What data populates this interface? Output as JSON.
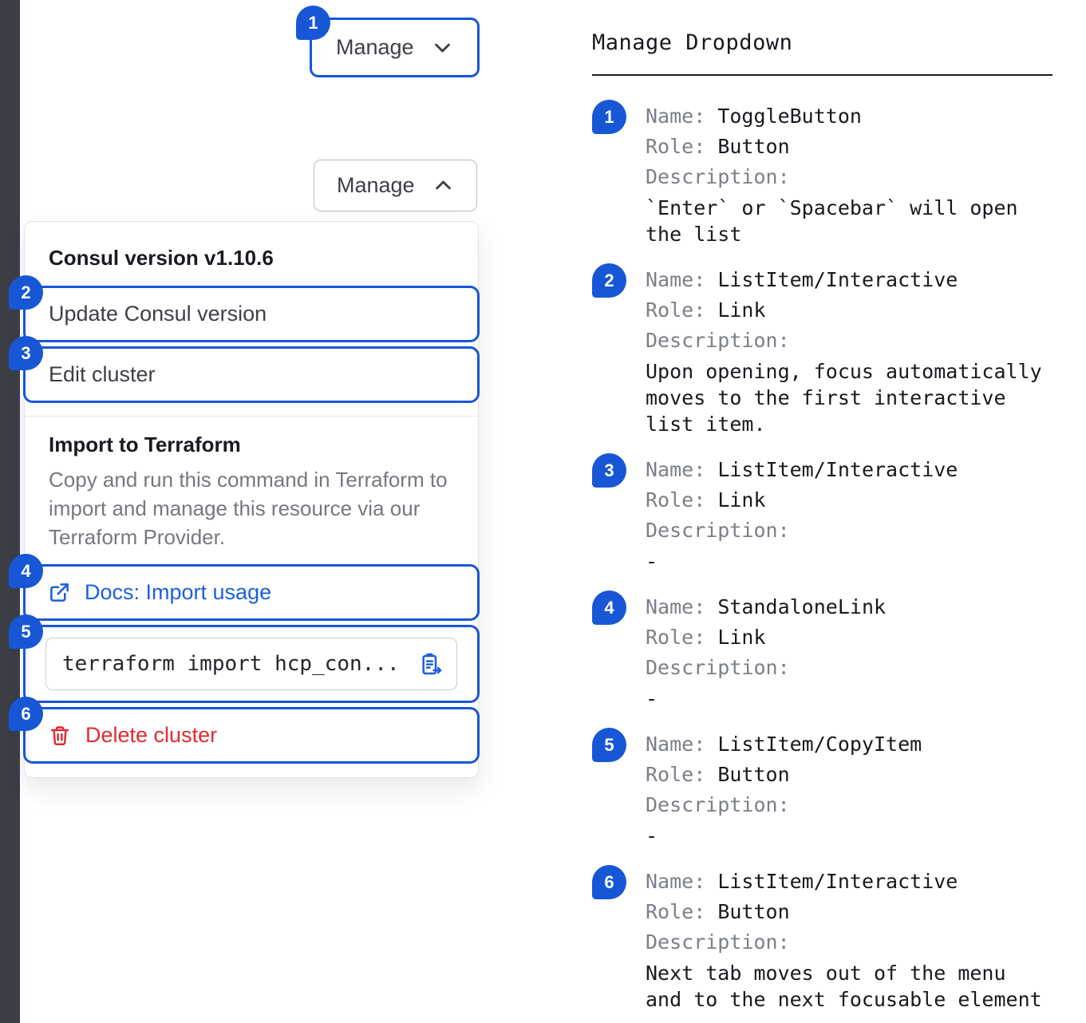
{
  "colors": {
    "accent_blue": "#1757D6",
    "link_blue": "#1C5FDD",
    "danger_red": "#E02A30",
    "dark_bar": "#3B3E45"
  },
  "icons": {
    "chevron_down": "⌄",
    "chevron_up": "⌃",
    "external_link": "↗",
    "clipboard_copy": "⎘",
    "trash": "🗑"
  },
  "buttons": {
    "collapsed_label": "Manage",
    "collapsed_badge": "1",
    "expanded_label": "Manage"
  },
  "dropdown": {
    "version_header": "Consul version v1.10.6",
    "items": [
      {
        "badge": "2",
        "label": "Update Consul version"
      },
      {
        "badge": "3",
        "label": "Edit cluster"
      }
    ],
    "import_header": "Import to Terraform",
    "import_description": "Copy and run this command in Terraform to import and manage this resource via our Terraform Provider.",
    "docs_link": {
      "badge": "4",
      "label": "Docs: Import usage"
    },
    "code_snippet": {
      "badge": "5",
      "text": "terraform import hcp_con..."
    },
    "delete_item": {
      "badge": "6",
      "label": "Delete cluster"
    }
  },
  "spec_panel": {
    "title": "Manage Dropdown",
    "labels": {
      "name": "Name:",
      "role": "Role:",
      "description": "Description:"
    },
    "entries": [
      {
        "badge": "1",
        "name": "ToggleButton",
        "role": "Button",
        "description": "`Enter` or `Spacebar` will open the list"
      },
      {
        "badge": "2",
        "name": "ListItem/Interactive",
        "role": "Link",
        "description": "Upon opening, focus automatically moves to the first interactive list item."
      },
      {
        "badge": "3",
        "name": "ListItem/Interactive",
        "role": "Link",
        "description": "-"
      },
      {
        "badge": "4",
        "name": "StandaloneLink",
        "role": "Link",
        "description": "-"
      },
      {
        "badge": "5",
        "name": "ListItem/CopyItem",
        "role": "Button",
        "description": "-"
      },
      {
        "badge": "6",
        "name": "ListItem/Interactive",
        "role": "Button",
        "description": "Next tab moves out of the menu and to the next focusable element"
      }
    ]
  }
}
